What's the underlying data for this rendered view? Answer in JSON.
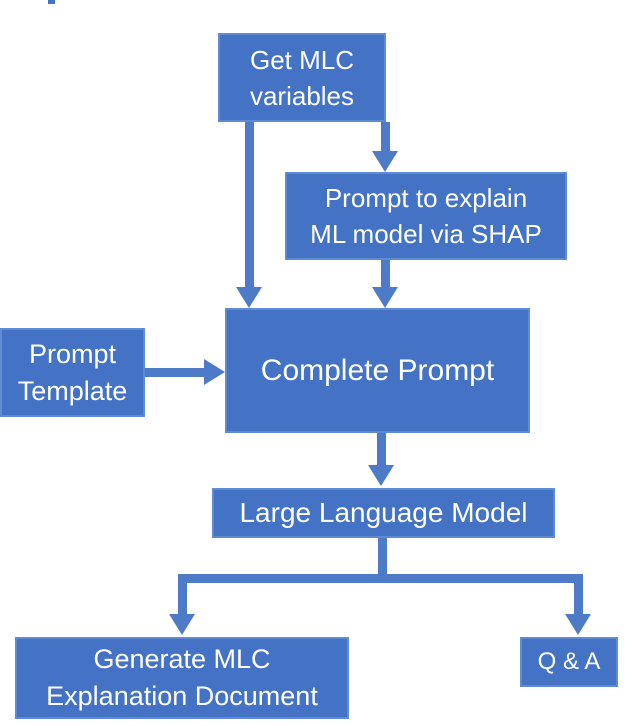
{
  "colors": {
    "page_bg": "#FFFFFF",
    "box_fill": "#4472C4",
    "box_border": "#5E8BD2",
    "arrow_color": "#4E7BC8",
    "text_color": "#FFFFFF"
  },
  "nodes": {
    "get_mlc": {
      "label": "Get MLC variables",
      "lines": [
        "Get MLC",
        "variables"
      ]
    },
    "shap": {
      "label": "Prompt to explain ML model via SHAP",
      "lines": [
        "Prompt to explain",
        "ML model via SHAP"
      ]
    },
    "prompt_template": {
      "label": "Prompt Template",
      "lines": [
        "Prompt",
        "Template"
      ]
    },
    "complete_prompt": {
      "label": "Complete Prompt",
      "lines": [
        "Complete Prompt"
      ]
    },
    "llm": {
      "label": "Large Language Model",
      "lines": [
        "Large Language Model"
      ]
    },
    "generate": {
      "label": "Generate MLC Explanation Document",
      "lines": [
        "Generate MLC",
        "Explanation Document"
      ]
    },
    "qa": {
      "label": "Q & A",
      "lines": [
        "Q & A"
      ]
    }
  },
  "edges": [
    {
      "from": "get_mlc",
      "to": "complete_prompt"
    },
    {
      "from": "get_mlc",
      "to": "shap"
    },
    {
      "from": "shap",
      "to": "complete_prompt"
    },
    {
      "from": "prompt_template",
      "to": "complete_prompt"
    },
    {
      "from": "complete_prompt",
      "to": "llm"
    },
    {
      "from": "llm",
      "to": "generate"
    },
    {
      "from": "llm",
      "to": "qa"
    }
  ]
}
